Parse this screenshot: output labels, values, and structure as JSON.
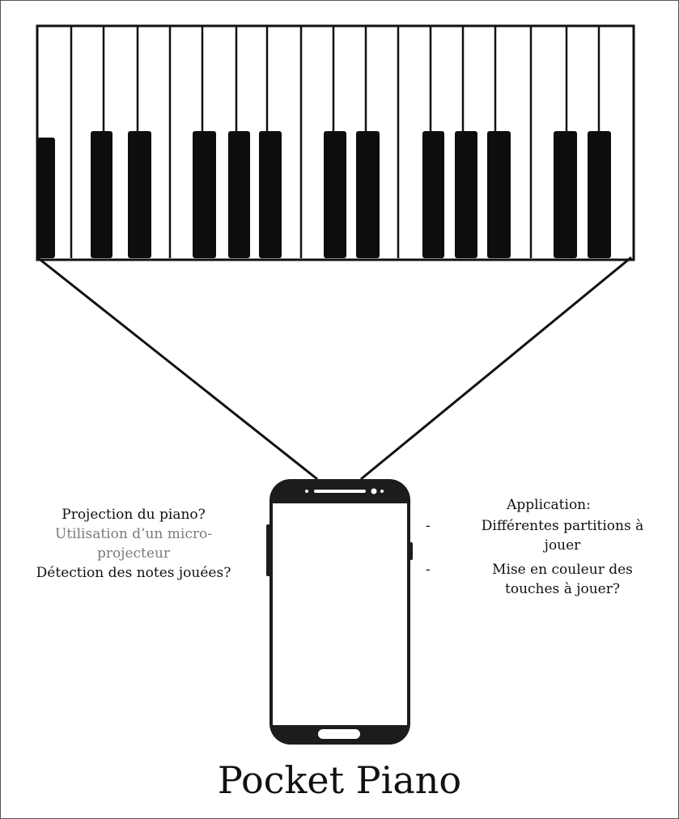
{
  "left_notes": {
    "line1": "Projection du piano?",
    "line2": "Utilisation d’un micro-",
    "line3": "projecteur",
    "line4": "Détection des notes jouées?"
  },
  "application": {
    "heading": "Application:",
    "items": [
      {
        "bullet": "-",
        "line1": "Différentes partitions à",
        "line2": "jouer"
      },
      {
        "bullet": "-",
        "line1": "Mise en couleur des",
        "line2": "touches à jouer?"
      }
    ]
  },
  "title": "Pocket Piano",
  "colors": {
    "muted_text": "#7a7a7a",
    "ink": "#111111"
  },
  "icons": [
    "piano-keyboard-icon",
    "smartphone-icon"
  ]
}
